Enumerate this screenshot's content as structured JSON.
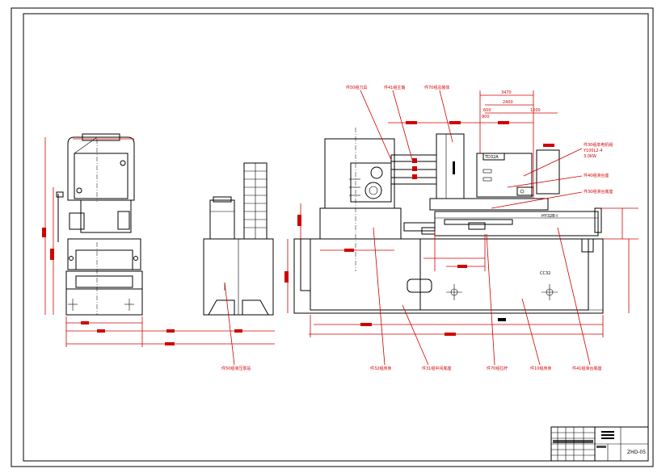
{
  "drawing": {
    "code": "ZHD-05",
    "dims_top": [
      "3470",
      "2400",
      "600",
      "900",
      "1200"
    ]
  },
  "labels": {
    "l1": "件50组刀具",
    "l2": "件41组主轴",
    "l3": "件70组总装体",
    "l4": "件50组液压泵站",
    "l5": "件32组床身",
    "l6": "件31组中间底座",
    "l7": "件70组拉杆",
    "l8": "件10组床身",
    "l9": "件41组滑台底座",
    "r1": "件30组单电机组",
    "r1a": "Y100L2-4",
    "r1b": "3.0KW",
    "r2": "件40组滑台座",
    "r3": "件30组滑台底座",
    "bed": "CC32",
    "slide": "HY32B-I",
    "head": "TD32A"
  },
  "colors": {
    "line": "#000000",
    "dimension": "#d00000"
  }
}
